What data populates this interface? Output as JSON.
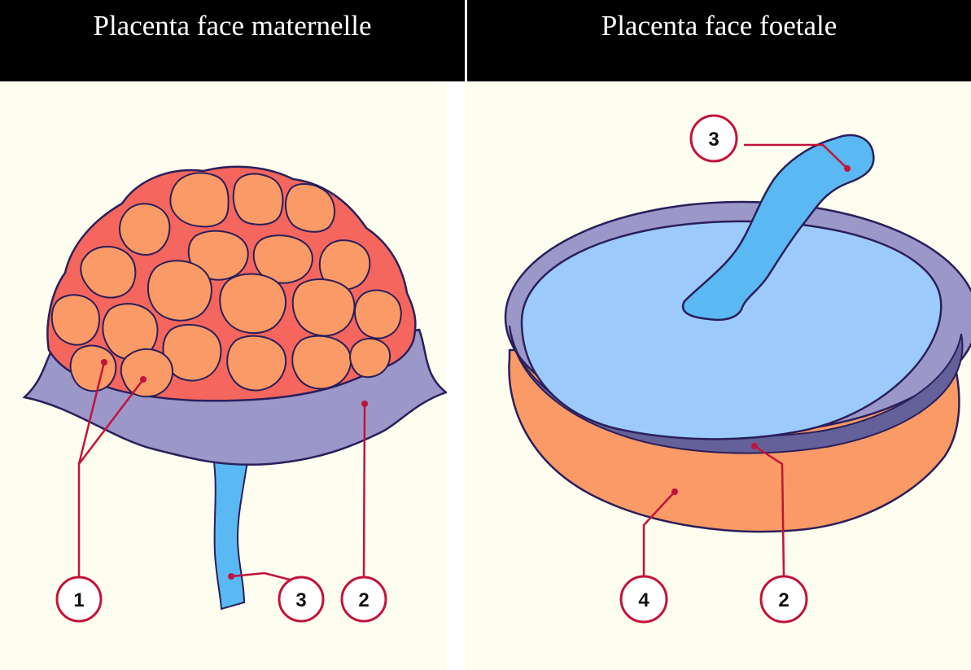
{
  "headers": {
    "maternal_title": "Placenta face maternelle",
    "fetal_title": "Placenta face foetale"
  },
  "maternal_labels": {
    "cotyledons": "1",
    "membrane": "2",
    "cord": "3"
  },
  "fetal_labels": {
    "cord": "3",
    "membrane": "2",
    "disc_edge": "4"
  },
  "colors": {
    "background": "#fefef0",
    "header": "#000000",
    "cotyledon": "#fa9a66",
    "cotyledon_groove": "#f4665e",
    "membrane": "#9b97c9",
    "cord": "#5ab8f3",
    "fetal_face": "#9ccafb",
    "fetal_rim": "#64619a",
    "leader": "#c2133a",
    "outline": "#2a1f5a"
  }
}
